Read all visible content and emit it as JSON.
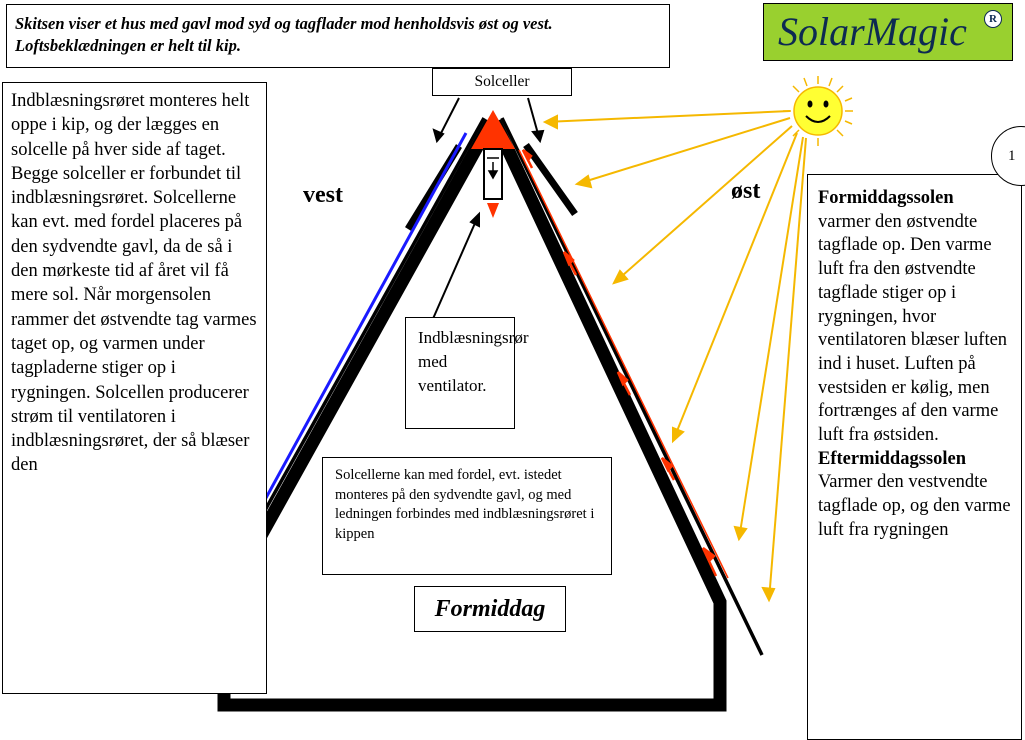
{
  "intro": "Skitsen viser et hus med gavl mod syd og tagflader mod henholdsvis øst og vest.  Loftsbeklædningen er helt til kip.",
  "logo": {
    "text": "SolarMagic",
    "reg": "R"
  },
  "left_text": "Indblæsningsrøret monteres helt oppe i kip, og der lægges en solcelle på hver side af taget. Begge solceller er forbundet til indblæsningsrøret. Solcellerne kan evt. med fordel placeres på den sydvendte gavl, da de så i den mørkeste tid af året vil få mere sol. Når morgensolen rammer det østvendte tag varmes taget op, og varmen under tagpladerne stiger op i rygningen. Solcellen producerer strøm til ventilatoren i indblæsningsrøret, der så blæser den",
  "right_text": {
    "morning_heading": "Formiddagssolen",
    "morning_body": "varmer den østvendte tagflade op. Den varme luft fra den østvendte tagflade stiger op i rygningen, hvor ventilatoren blæser luften  ind i huset. Luften på vestsiden er kølig, men fortrænges af den varme luft fra østsiden.",
    "afternoon_heading": "Eftermiddagssolen",
    "afternoon_body": "Varmer den vestvendte tagflade op, og den varme luft fra rygningen"
  },
  "labels": {
    "solceller": "Solceller",
    "vest": "vest",
    "ost": "øst",
    "tube": "Indblæsningsrør med ventilator.",
    "center": "Solcellerne kan med fordel, evt. istedet monteres på den sydvendte gavl, og med ledningen forbindes med indblæsningsrøret i kippen",
    "time": "Formiddag",
    "number": "1"
  },
  "colors": {
    "sun": "#ffff33",
    "sun_rays": "#f5b800",
    "logo_bg": "#99d02f",
    "warm_air": "#ff3300",
    "cool_air": "#1a1aff",
    "logo_text": "#0d2a52"
  },
  "icons": [
    "sun-icon",
    "ventilator-icon"
  ]
}
